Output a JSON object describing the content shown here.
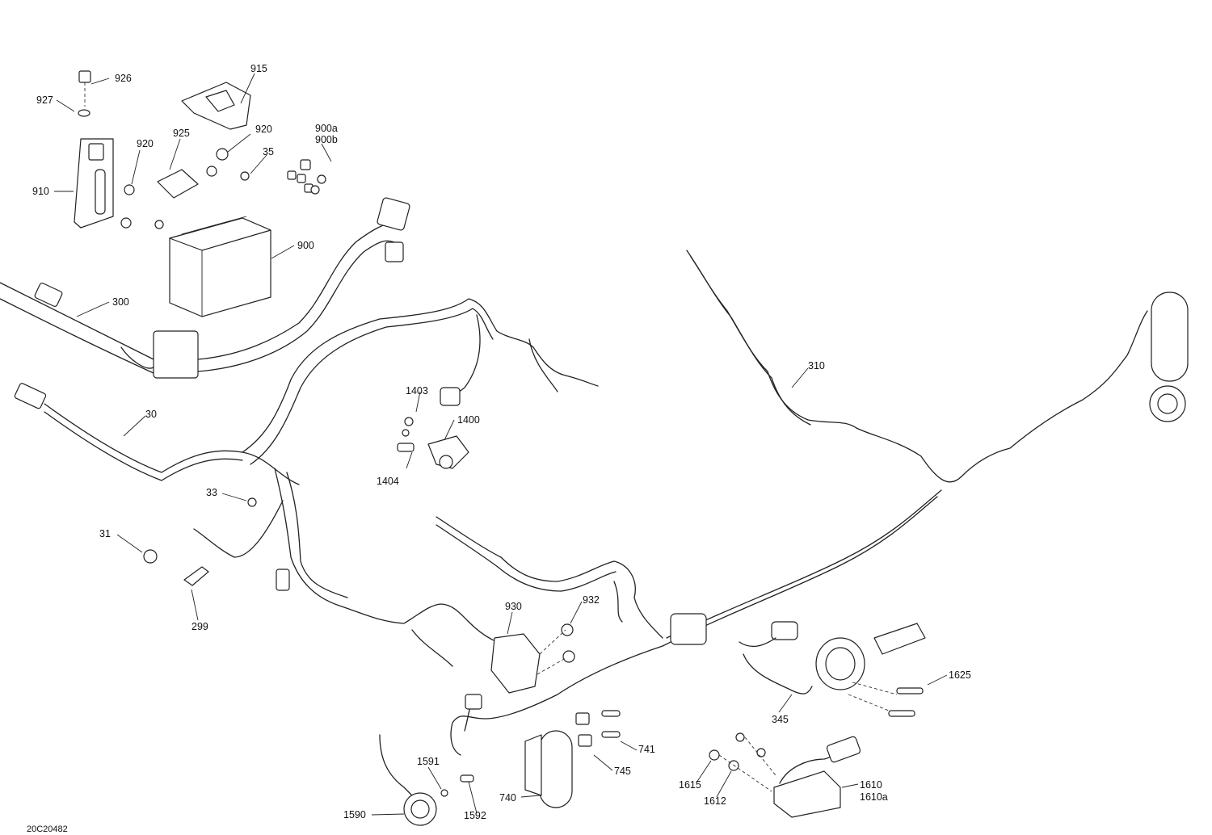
{
  "drawing_ref": "20C20482",
  "callouts": {
    "c926": "926",
    "c927": "927",
    "c915": "915",
    "c920a": "920",
    "c920b": "920",
    "c925": "925",
    "c900ab": [
      "900a",
      "900b"
    ],
    "c35": "35",
    "c910": "910",
    "c900": "900",
    "c300": "300",
    "c30": "30",
    "c1403": "1403",
    "c1400": "1400",
    "c1404": "1404",
    "c310": "310",
    "c33": "33",
    "c31": "31",
    "c299": "299",
    "c930": "930",
    "c932": "932",
    "c1625": "1625",
    "c345": "345",
    "c741": "741",
    "c745": "745",
    "c740": "740",
    "c1591": "1591",
    "c1592": "1592",
    "c1590": "1590",
    "c1615": "1615",
    "c1612": "1612",
    "c1610": "1610",
    "c1610a": "1610a"
  }
}
